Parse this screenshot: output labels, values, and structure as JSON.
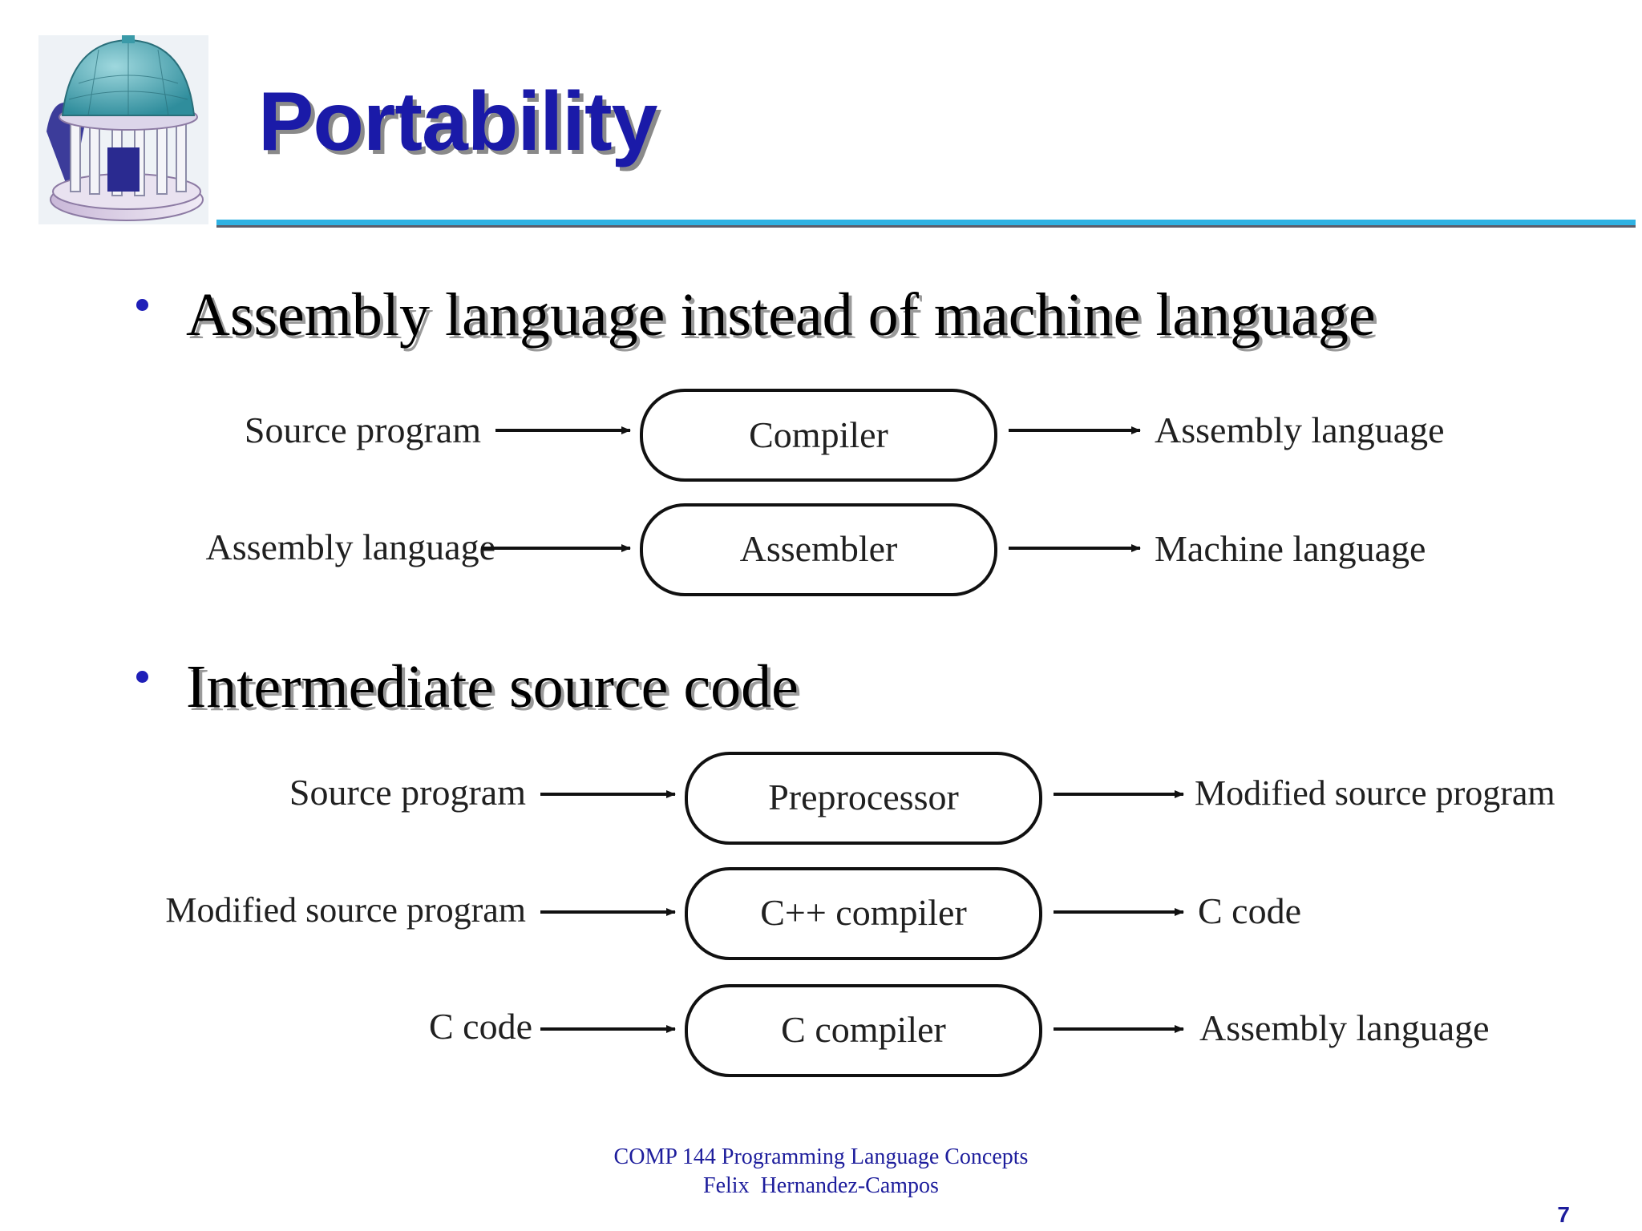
{
  "slide": {
    "title": "Portability",
    "bullets": [
      "Assembly language instead of machine language",
      "Intermediate source code"
    ],
    "footer": {
      "course": "COMP 144 Programming Language Concepts",
      "author": "Felix  Hernandez-Campos"
    },
    "page_number": "7"
  },
  "diagram_a": {
    "rows": [
      {
        "input": "Source program",
        "process": "Compiler",
        "output": "Assembly language"
      },
      {
        "input": "Assembly language",
        "process": "Assembler",
        "output": "Machine language"
      }
    ]
  },
  "diagram_b": {
    "rows": [
      {
        "input": "Source program",
        "process": "Preprocessor",
        "output": "Modified source program"
      },
      {
        "input": "Modified source program",
        "process": "C++ compiler",
        "output": "C code"
      },
      {
        "input": "C code",
        "process": "C compiler",
        "output": "Assembly language"
      }
    ]
  },
  "colors": {
    "title": "#1a1aa8",
    "rule": "#2fb2e3",
    "footer": "#1d1d9c",
    "logo": "old-well-rotunda"
  }
}
